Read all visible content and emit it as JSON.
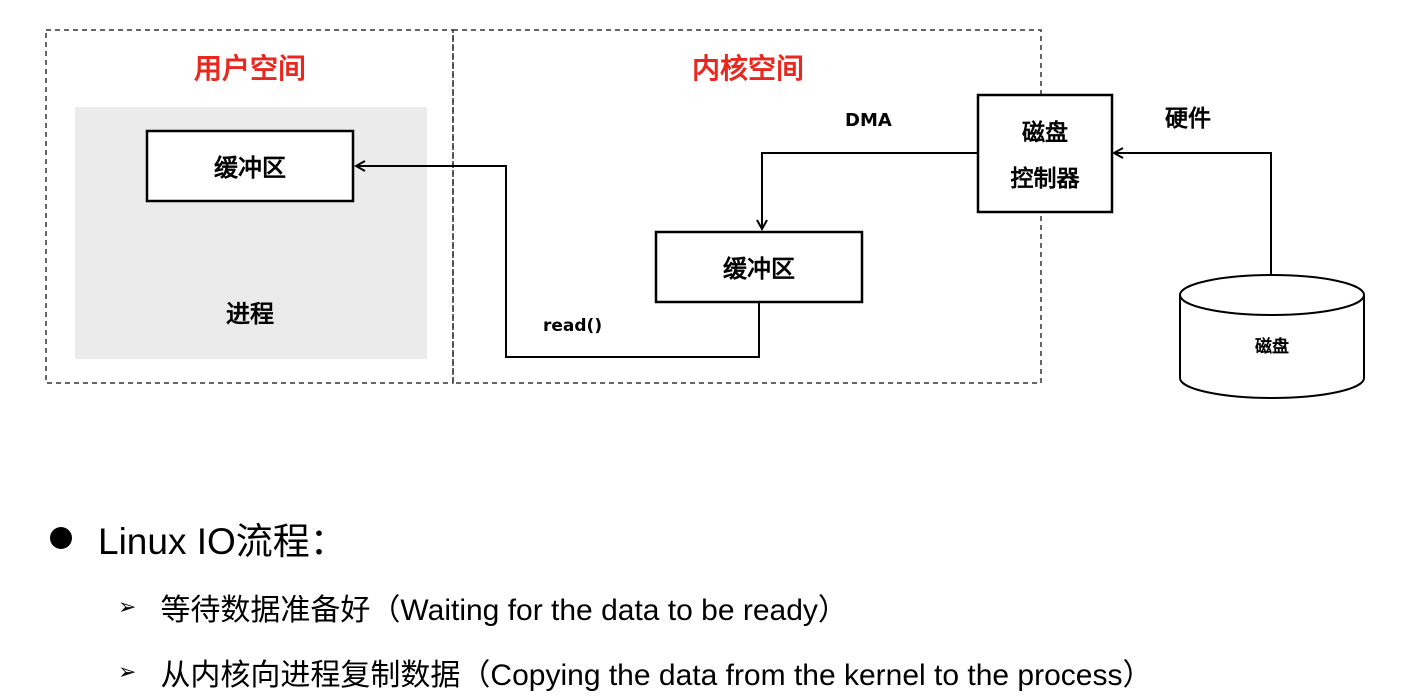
{
  "diagram": {
    "user_space_title": "用户空间",
    "kernel_space_title": "内核空间",
    "user_buffer_label": "缓冲区",
    "process_label": "进程",
    "kernel_buffer_label": "缓冲区",
    "read_label": "read()",
    "dma_label": "DMA",
    "disk_controller_line1": "磁盘",
    "disk_controller_line2": "控制器",
    "hardware_label": "硬件",
    "disk_label": "磁盘",
    "title_color": "#e8281e"
  },
  "notes": {
    "heading": "Linux IO流程：",
    "items": [
      "等待数据准备好（Waiting for the data to be ready）",
      "从内核向进程复制数据（Copying the data from the kernel to the process）"
    ]
  }
}
